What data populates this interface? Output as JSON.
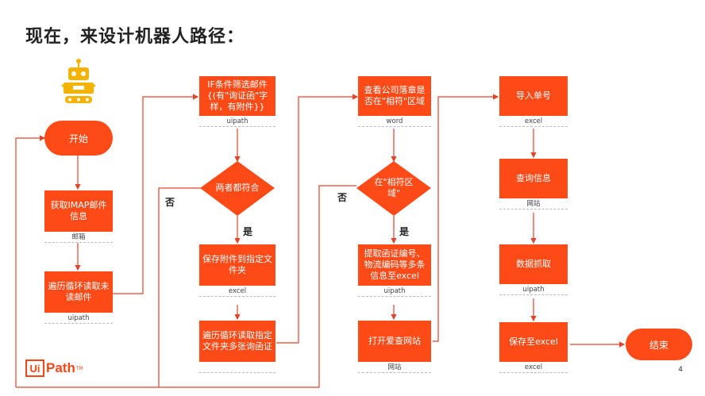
{
  "title": "现在，来设计机器人路径：",
  "page_number": "4",
  "logo_text": "UiPath",
  "col1": {
    "start": "开始",
    "step1": {
      "text": "获取IMAP邮件信息",
      "tag": "邮箱"
    },
    "step2": {
      "text": "遍历循环读取未读邮件",
      "tag": "uipath"
    }
  },
  "col2": {
    "step1": {
      "text": "IF条件筛选邮件{(有\"询证函\"字样，有附件}}",
      "tag": "uipath"
    },
    "decision": "两者都符合",
    "yes": "是",
    "no": "否",
    "step2": {
      "text": "保存附件到指定文件夹",
      "tag": "excel"
    },
    "step3": {
      "text": "遍历循环读取指定文件夹多张询函证",
      "tag": ""
    }
  },
  "col3": {
    "step1": {
      "text": "查看公司落章是否在\"相符\"区域",
      "tag": "word"
    },
    "decision": "在\"相符区域\"",
    "yes": "是",
    "no": "否",
    "step2": {
      "text": "提取函证编号、物流编码等多条信息至excel",
      "tag": "uipath"
    },
    "step3": {
      "text": "打开爱查网站",
      "tag": "网站"
    }
  },
  "col4": {
    "step1": {
      "text": "导入单号",
      "tag": "excel"
    },
    "step2": {
      "text": "查询信息",
      "tag": "网站"
    },
    "step3": {
      "text": "数据抓取",
      "tag": "uipath"
    },
    "step4": {
      "text": "保存至excel",
      "tag": "excel"
    },
    "end": "结束"
  },
  "colors": {
    "accent": "#fe4a17",
    "line": "#e2442a"
  }
}
